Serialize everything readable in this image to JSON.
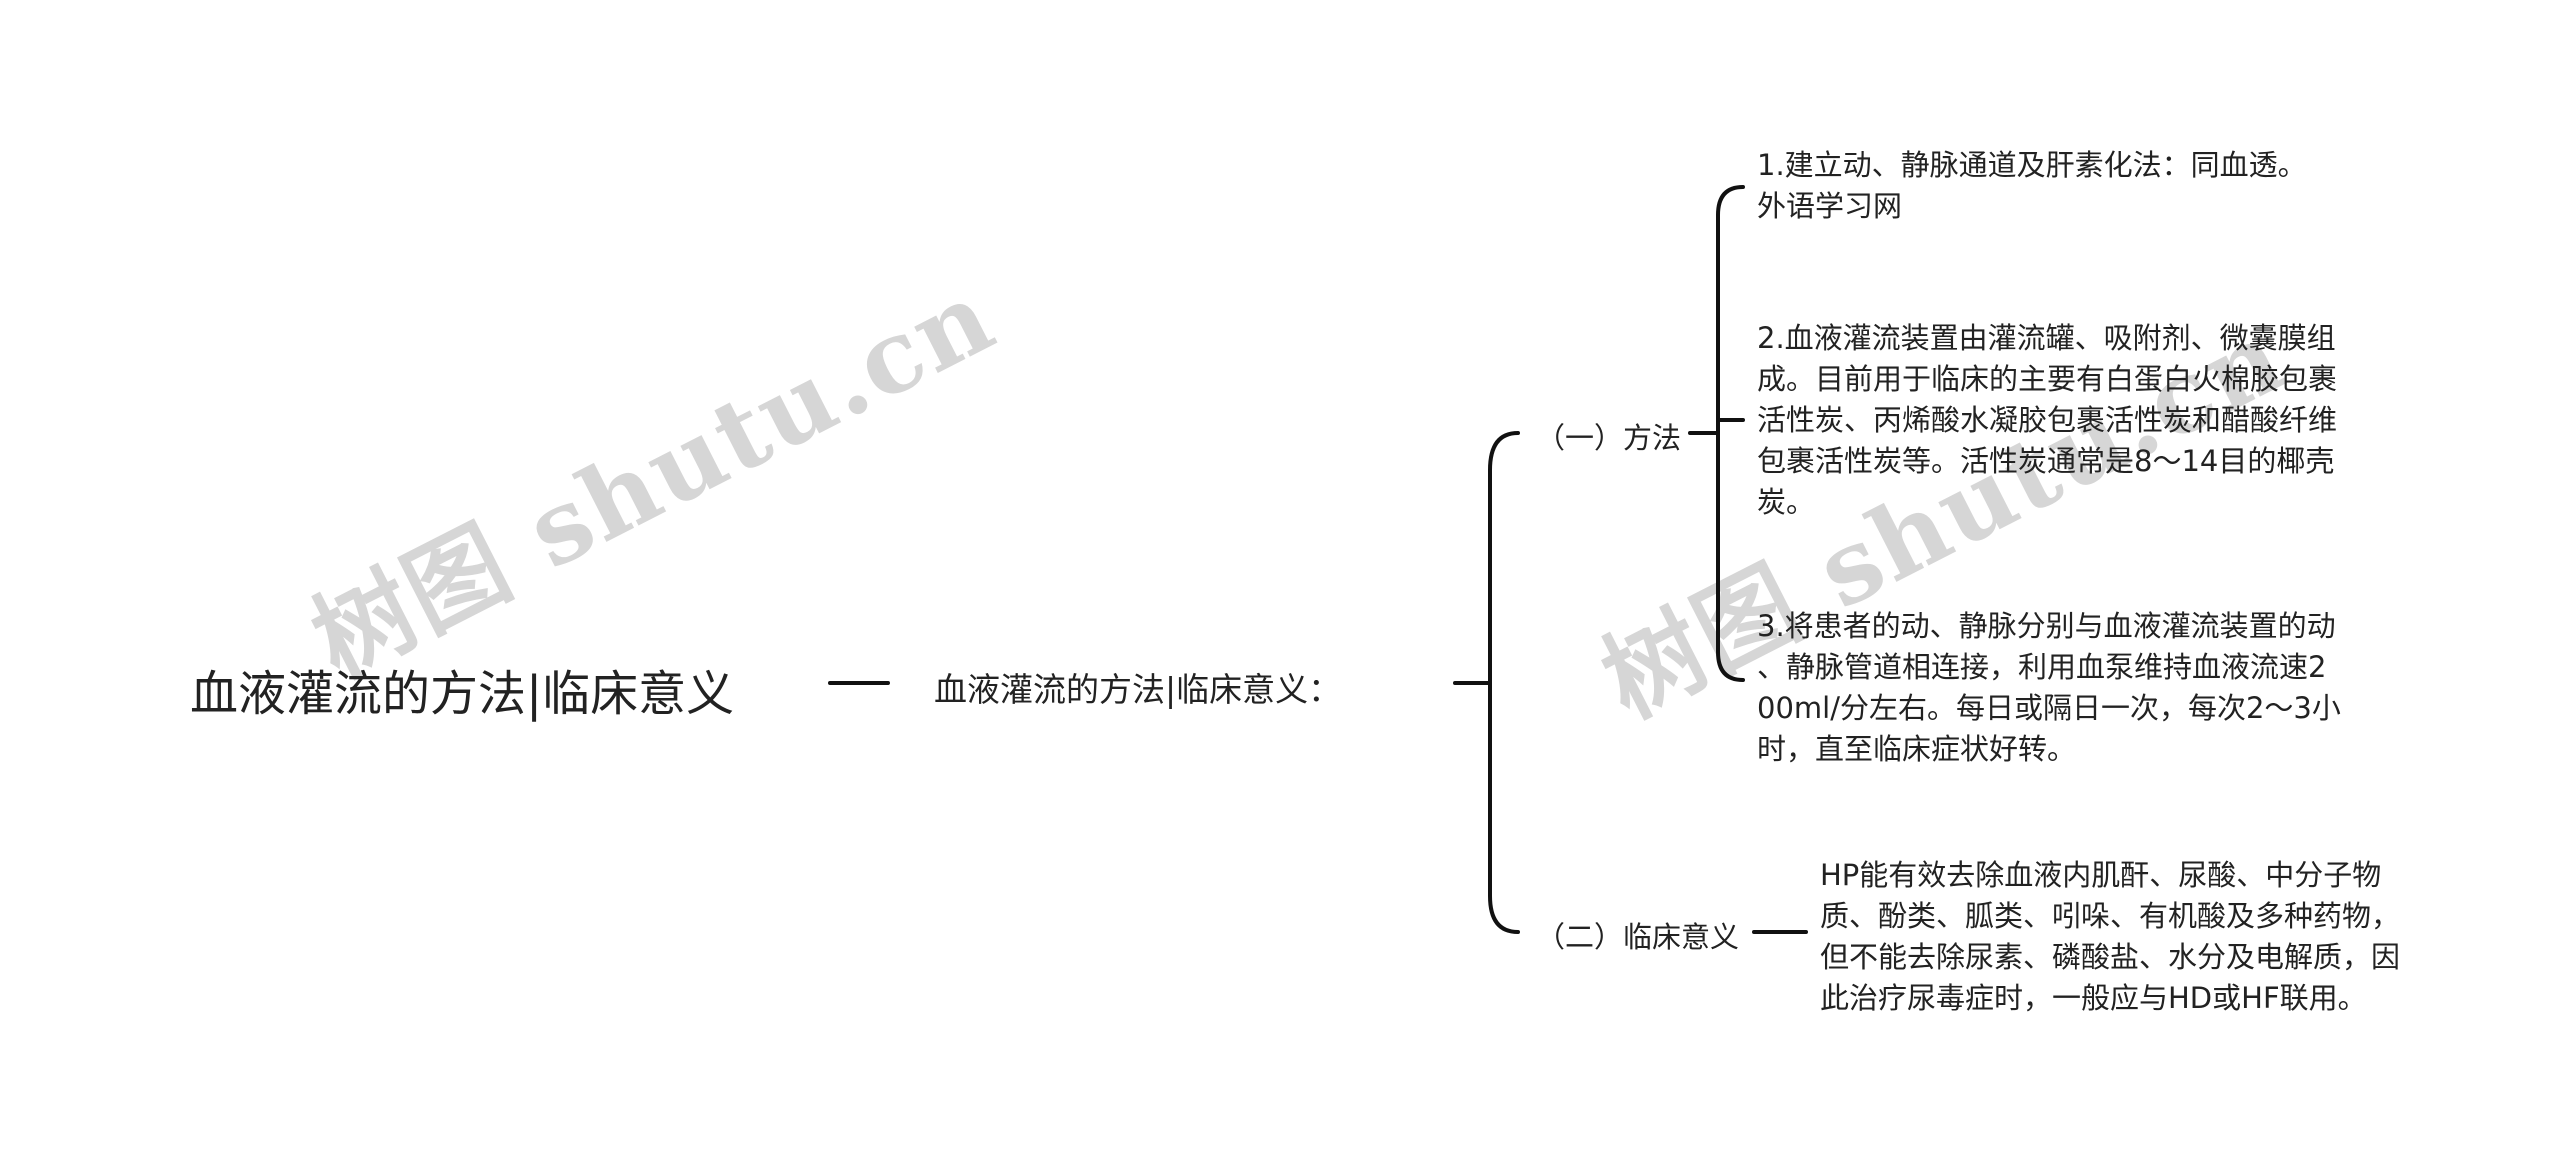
{
  "watermark": {
    "text": "树图 shutu.cn"
  },
  "root": {
    "label": "血液灌流的方法|临床意义"
  },
  "sub": {
    "label": "血液灌流的方法|临床意义："
  },
  "branches": [
    {
      "label": "（一）方法",
      "items": [
        {
          "lines": [
            "1.建立动、静脉通道及肝素化法：同血透。",
            "外语学习网"
          ]
        },
        {
          "lines": [
            "2.血液灌流装置由灌流罐、吸附剂、微囊膜组",
            "成。目前用于临床的主要有白蛋白火棉胶包裹",
            "活性炭、丙烯酸水凝胶包裹活性炭和醋酸纤维",
            "包裹活性炭等。活性炭通常是8～14目的椰壳",
            "炭。"
          ]
        },
        {
          "lines": [
            "3.将患者的动、静脉分别与血液灌流装置的动",
            "、静脉管道相连接，利用血泵维持血液流速2",
            "00ml/分左右。每日或隔日一次，每次2～3小",
            "时，直至临床症状好转。"
          ]
        }
      ]
    },
    {
      "label": "（二）临床意义",
      "items": [
        {
          "lines": [
            "HP能有效去除血液内肌酐、尿酸、中分子物",
            "质、酚类、胍类、吲哚、有机酸及多种药物，",
            "但不能去除尿素、磷酸盐、水分及电解质，因",
            "此治疗尿毒症时，一般应与HD或HF联用。"
          ]
        }
      ]
    }
  ]
}
